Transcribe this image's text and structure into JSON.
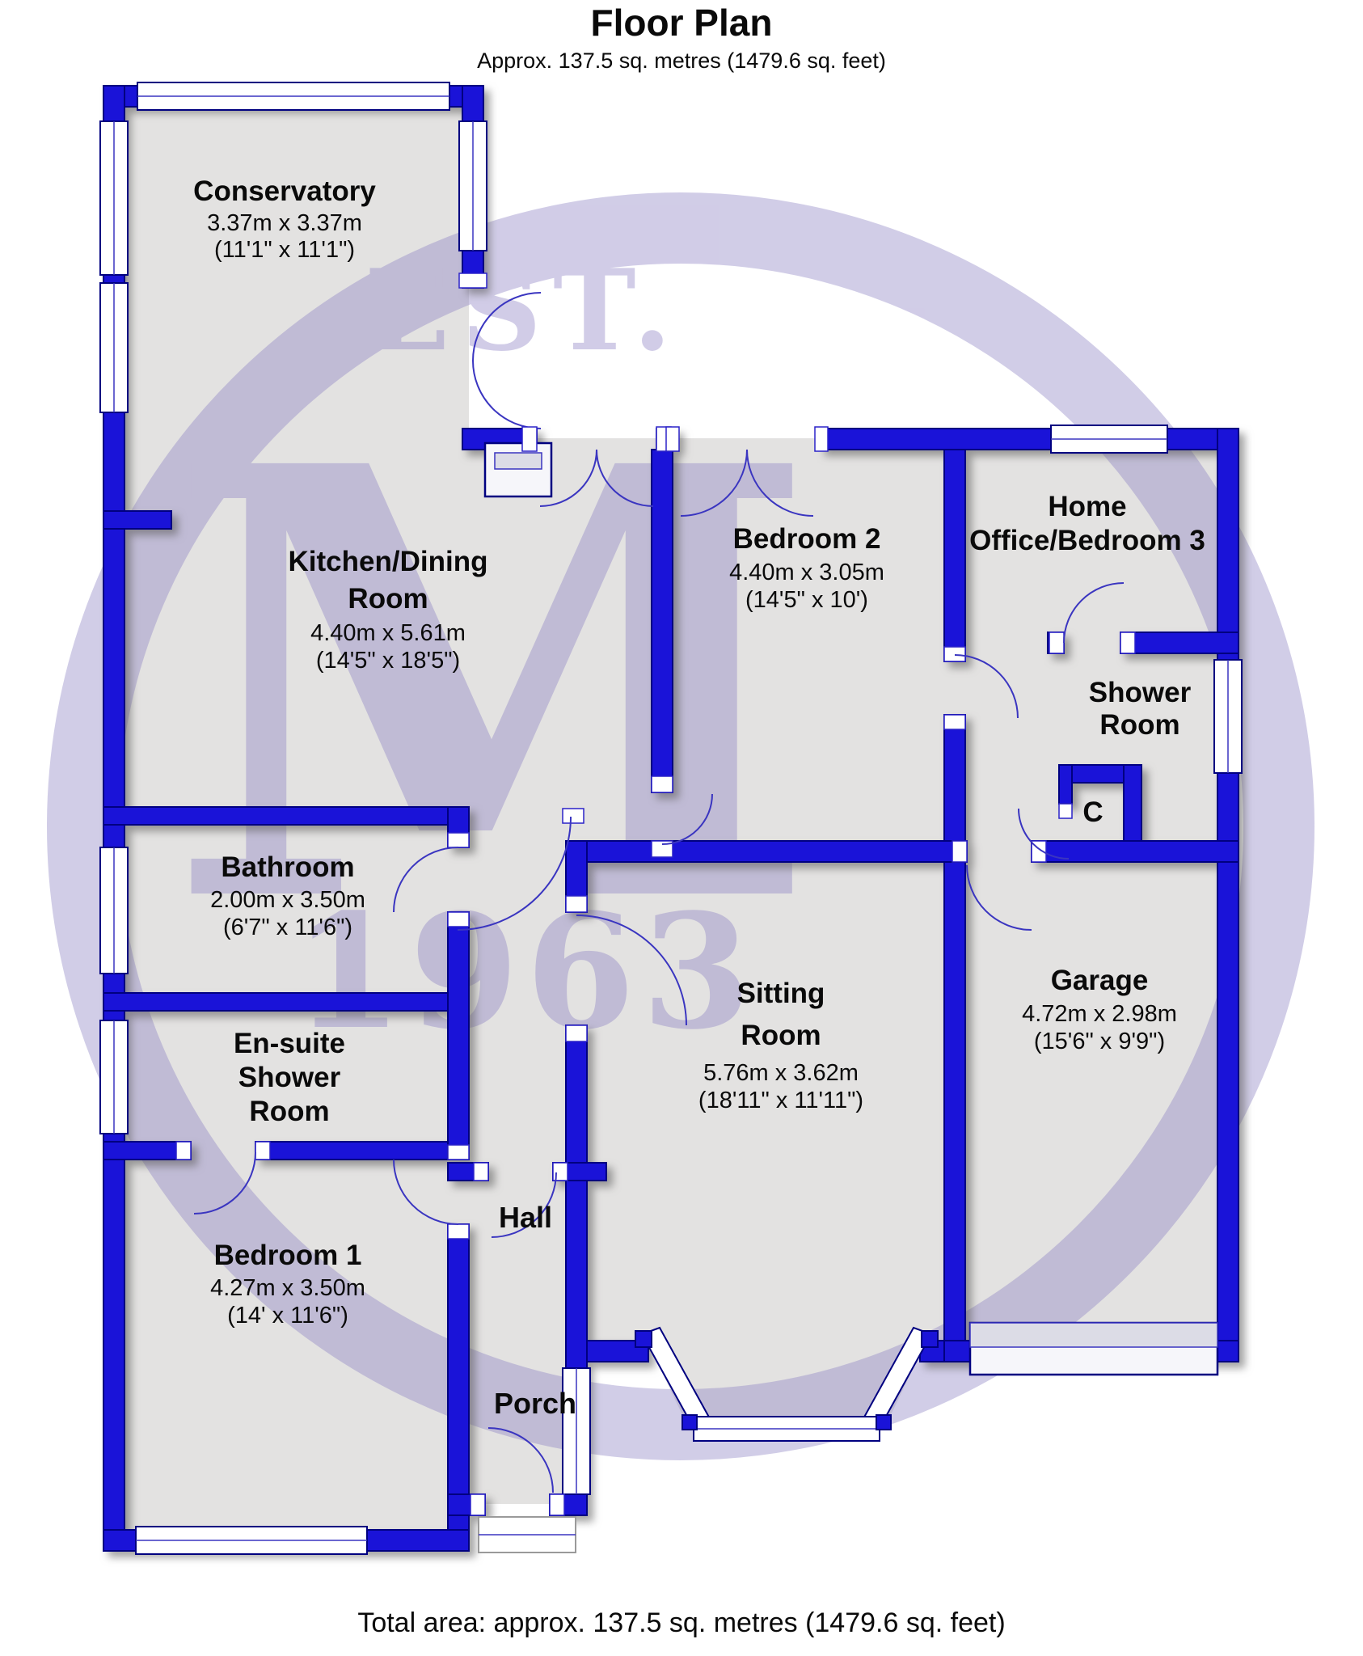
{
  "header": {
    "title": "Floor Plan",
    "subtitle": "Approx. 137.5 sq. metres (1479.6 sq. feet)"
  },
  "footer": {
    "total_area": "Total area: approx. 137.5 sq. metres (1479.6 sq. feet)"
  },
  "watermark": {
    "est": "EST.",
    "monogram": "M",
    "year": "1963"
  },
  "colors": {
    "wall_blue": "#1a13d8",
    "wall_outline": "#000080",
    "room_fill": "#e3e2e1",
    "watermark_lavender": "#8d82c4",
    "background": "#ffffff",
    "text": "#0a0a0a"
  },
  "rooms": [
    {
      "name_lines": [
        "Conservatory"
      ],
      "dim_m": "3.37m x 3.37m",
      "dim_ft": "(11'1\" x 11'1\")"
    },
    {
      "name_lines": [
        "Kitchen/Dining",
        "Room"
      ],
      "dim_m": "4.40m x 5.61m",
      "dim_ft": "(14'5\" x 18'5\")"
    },
    {
      "name_lines": [
        "Bedroom 2"
      ],
      "dim_m": "4.40m x 3.05m",
      "dim_ft": "(14'5\" x 10')"
    },
    {
      "name_lines": [
        "Home",
        "Office/Bedroom 3"
      ]
    },
    {
      "name_lines": [
        "Shower",
        "Room"
      ]
    },
    {
      "name_lines": [
        "C"
      ]
    },
    {
      "name_lines": [
        "Bathroom"
      ],
      "dim_m": "2.00m x 3.50m",
      "dim_ft": "(6'7\" x 11'6\")"
    },
    {
      "name_lines": [
        "En-suite",
        "Shower",
        "Room"
      ]
    },
    {
      "name_lines": [
        "Bedroom 1"
      ],
      "dim_m": "4.27m x 3.50m",
      "dim_ft": "(14' x 11'6\")"
    },
    {
      "name_lines": [
        "Hall"
      ]
    },
    {
      "name_lines": [
        "Porch"
      ]
    },
    {
      "name_lines": [
        "Sitting",
        "Room"
      ],
      "dim_m": "5.76m x 3.62m",
      "dim_ft": "(18'11\" x 11'11\")"
    },
    {
      "name_lines": [
        "Garage"
      ],
      "dim_m": "4.72m x 2.98m",
      "dim_ft": "(15'6\" x 9'9\")"
    }
  ]
}
